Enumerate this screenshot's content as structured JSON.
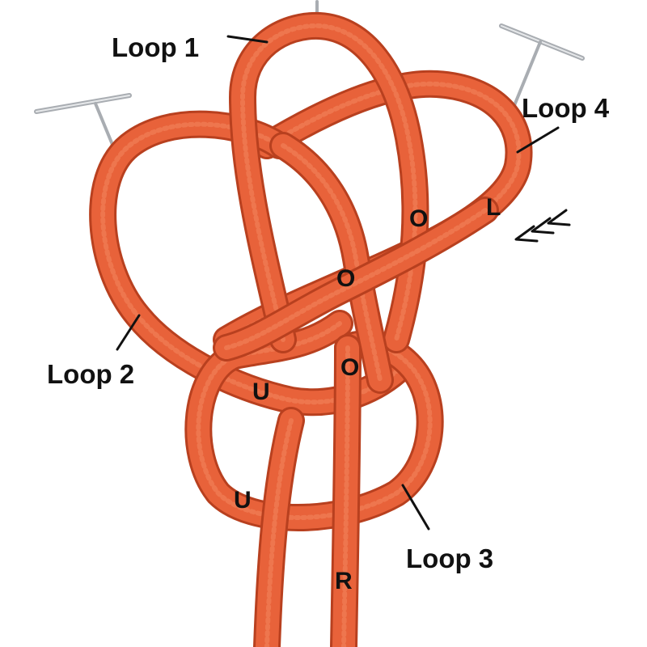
{
  "colors": {
    "cord": "#e8623a",
    "cord_dark": "#b8401f",
    "cord_light": "#f3875e",
    "pin": "#a9adb2",
    "text": "#111111",
    "background": "#ffffff"
  },
  "labels": {
    "loop1": "Loop 1",
    "loop2": "Loop 2",
    "loop3": "Loop 3",
    "loop4": "Loop 4"
  },
  "letters": {
    "o_upper": "O",
    "l_right": "L",
    "o_middle": "O",
    "o_lower": "O",
    "u_left": "U",
    "u_bottom": "U",
    "r_bottom": "R"
  },
  "icons": {
    "pins": [
      "t-pin-icon",
      "t-pin-icon",
      "t-pin-icon"
    ],
    "arrow": "triple-chevron-arrow-icon"
  }
}
